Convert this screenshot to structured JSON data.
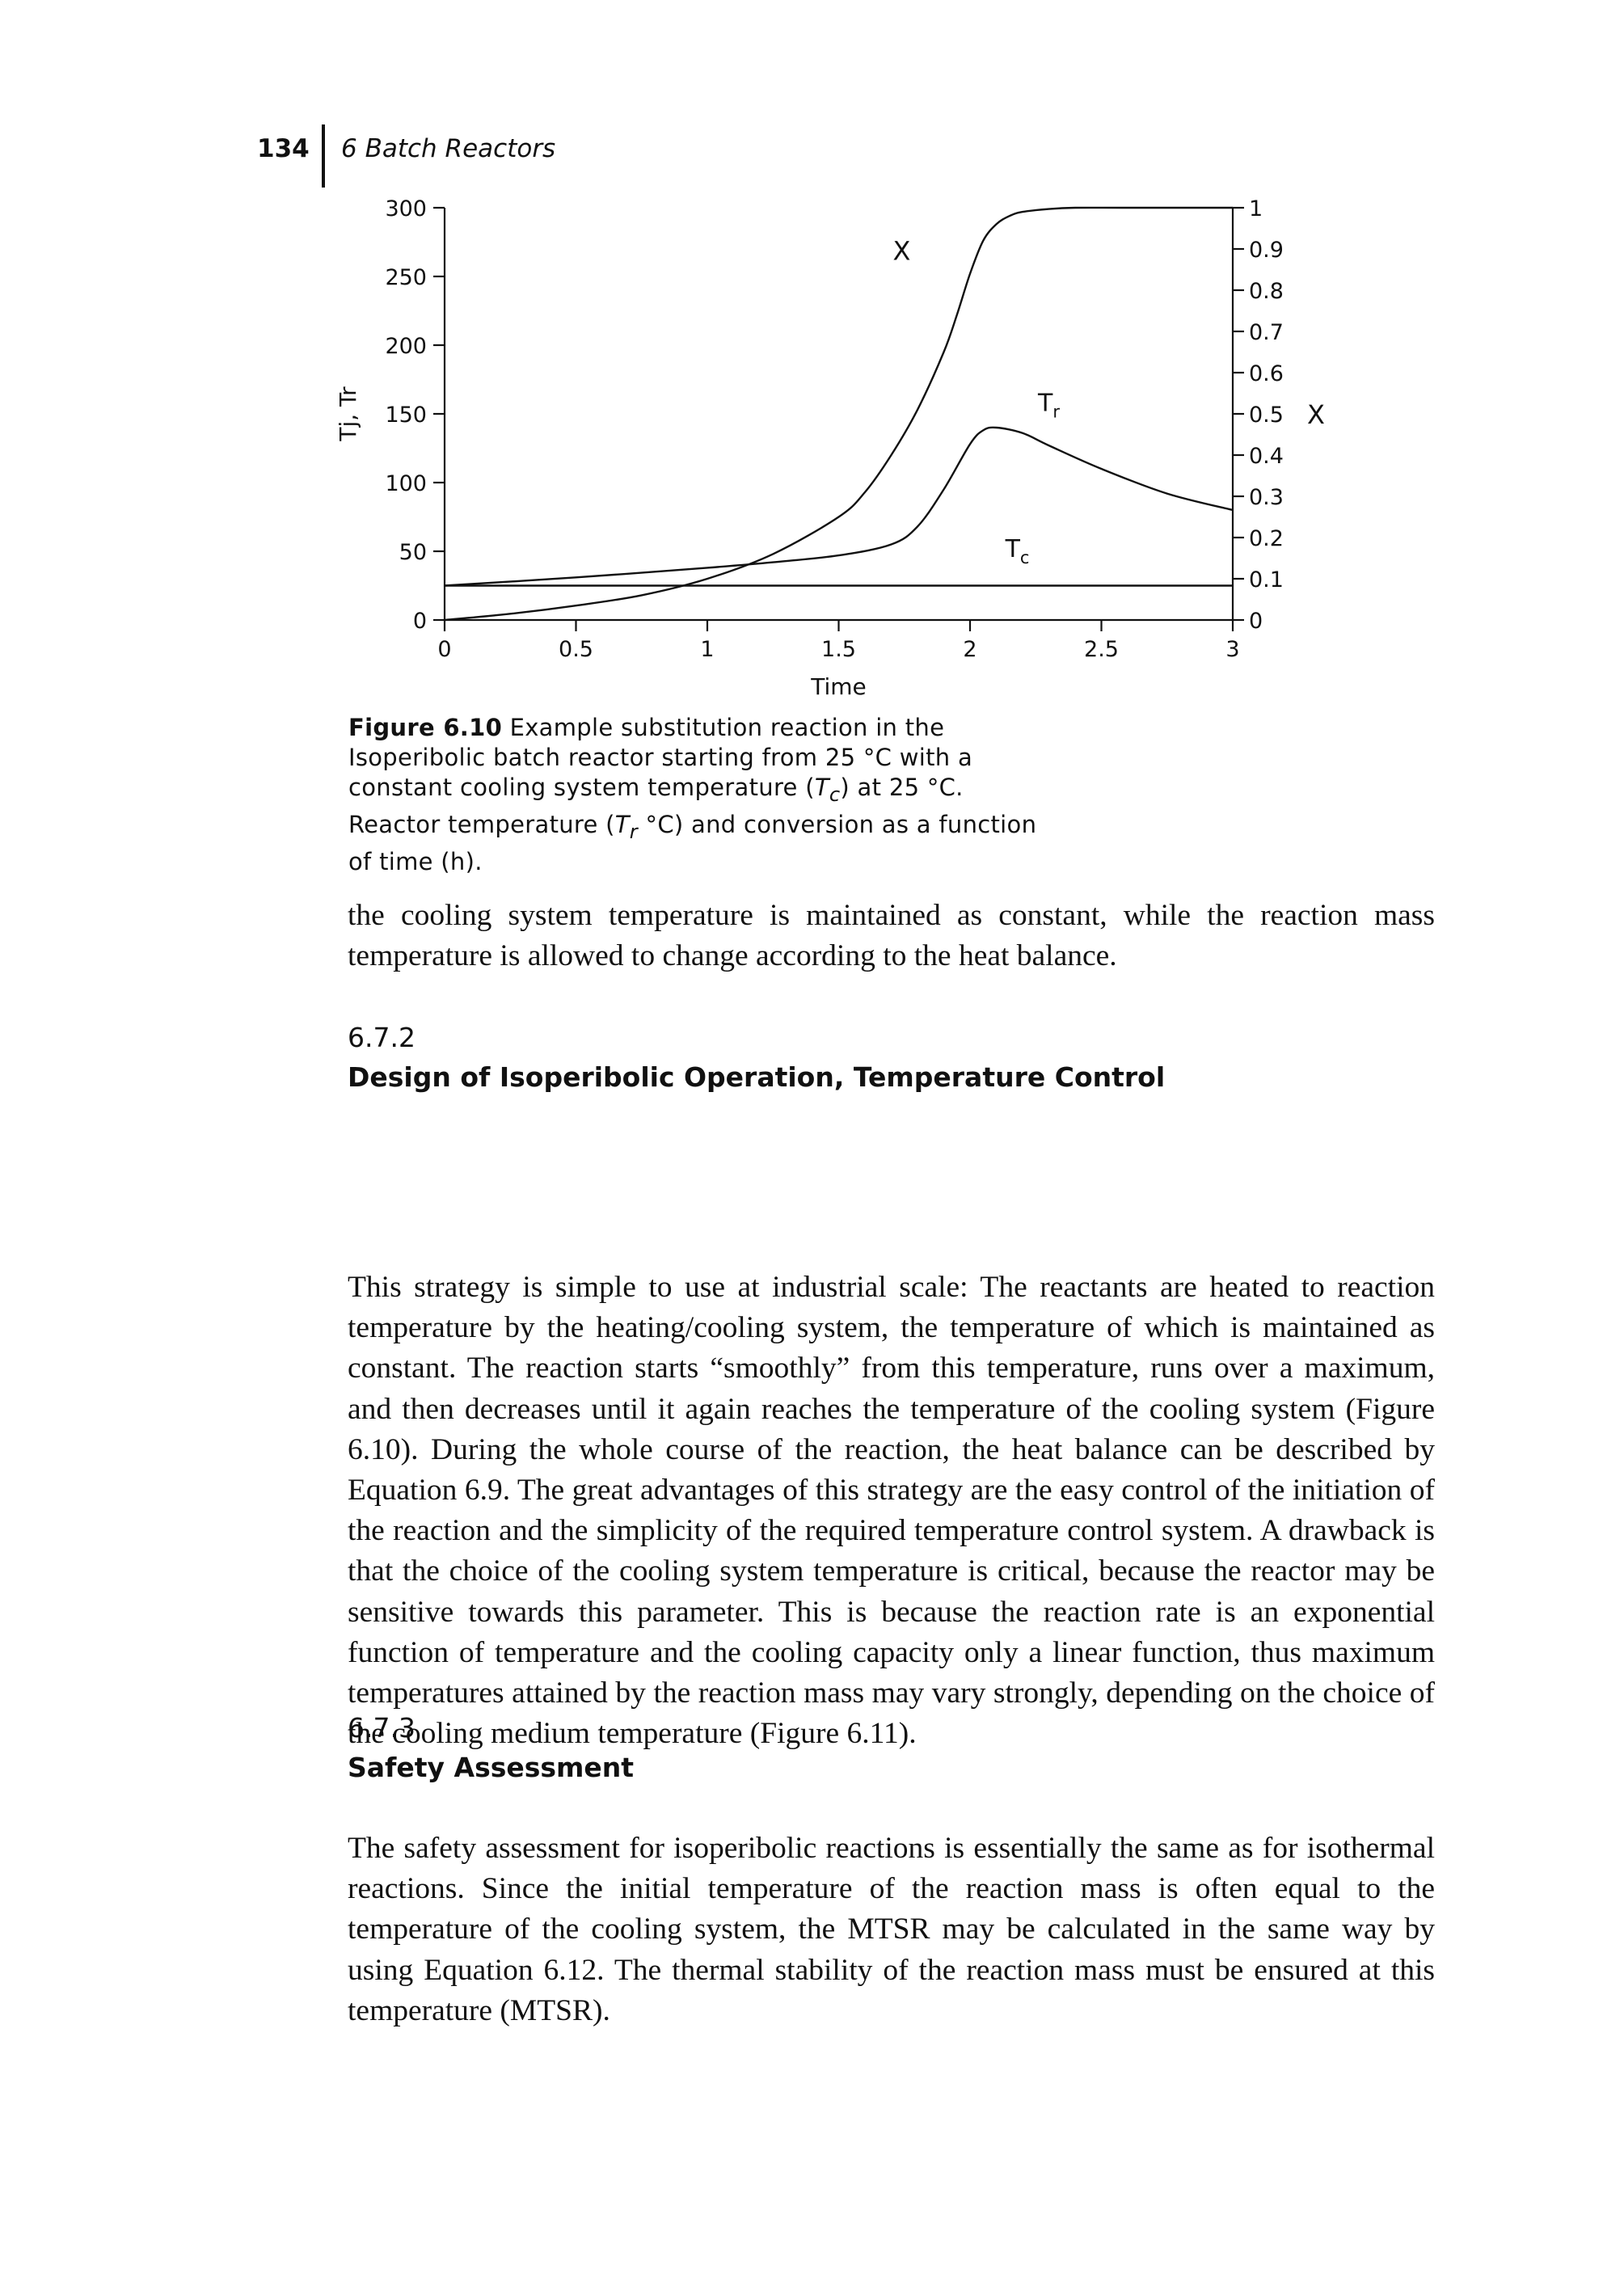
{
  "header": {
    "page_number": "134",
    "running_head": "6 Batch Reactors"
  },
  "figure": {
    "label": "Figure 6.10",
    "caption_parts": [
      " Example substitution reaction in the Isoperibolic batch reactor starting from 25 °C with a constant cooling system temperature (",
      "T",
      "c",
      ") at 25 °C. Reactor temperature (",
      "T",
      "r",
      " °C) and conversion as a function of time (h)."
    ]
  },
  "chart_data": {
    "type": "line",
    "xlabel": "Time",
    "ylabel": "Tj, Tr",
    "ylabel2": "X",
    "xlim": [
      0,
      3
    ],
    "ylim": [
      0,
      300
    ],
    "ylim2": [
      0,
      1
    ],
    "x_ticks": [
      "0",
      "0.5",
      "1",
      "1.5",
      "2",
      "2.5",
      "3"
    ],
    "y_ticks": [
      "0",
      "50",
      "100",
      "150",
      "200",
      "250",
      "300"
    ],
    "y2_ticks": [
      "0",
      "0.1",
      "0.2",
      "0.3",
      "0.4",
      "0.5",
      "0.6",
      "0.7",
      "0.8",
      "0.9",
      "1"
    ],
    "grid": false,
    "annotations": [
      "X",
      "Tr",
      "Tc"
    ],
    "series": [
      {
        "name": "X",
        "axis": "right",
        "x": [
          0,
          0.25,
          0.5,
          0.75,
          1.0,
          1.25,
          1.5,
          1.6,
          1.7,
          1.8,
          1.9,
          1.95,
          2.0,
          2.05,
          2.1,
          2.15,
          2.2,
          2.3,
          2.4,
          2.6,
          3.0
        ],
        "values": [
          0.0,
          0.015,
          0.035,
          0.06,
          0.1,
          0.16,
          0.25,
          0.31,
          0.4,
          0.51,
          0.65,
          0.74,
          0.84,
          0.92,
          0.96,
          0.98,
          0.99,
          0.997,
          1.0,
          1.0,
          1.0
        ]
      },
      {
        "name": "Tr",
        "axis": "left",
        "x": [
          0,
          0.5,
          1.0,
          1.25,
          1.5,
          1.7,
          1.8,
          1.9,
          2.0,
          2.05,
          2.1,
          2.2,
          2.3,
          2.5,
          2.75,
          3.0
        ],
        "values": [
          25,
          31,
          38,
          42,
          47,
          55,
          68,
          95,
          128,
          138,
          140,
          136,
          127,
          110,
          92,
          80
        ]
      },
      {
        "name": "Tc",
        "axis": "left",
        "x": [
          0,
          3
        ],
        "values": [
          25,
          25
        ]
      }
    ]
  },
  "sections": {
    "para1": "the cooling system temperature is maintained as constant, while the reaction mass temperature is allowed to change according to the heat balance.",
    "s1_number": "6.7.2",
    "s1_title": "Design of Isoperibolic Operation, Temperature Control",
    "para2": "This strategy is simple to use at industrial scale: The reactants are heated to reaction temperature by the heating/cooling system, the temperature of which is maintained as constant. The reaction starts “smoothly” from this temperature, runs over a maximum, and then decreases until it again reaches the temperature of the cooling system (Figure 6.10). During the whole course of the reaction, the heat balance can be described by Equation 6.9. The great advantages of this strategy are the easy control of the initiation of the reaction and the simplicity of the required temperature control system. A drawback is that the choice of the cooling system temperature is critical, because the reactor may be sensitive towards this parameter. This is because the reaction rate is an exponential function of temperature and the cooling capacity only a linear function, thus maximum temperatures attained by the reaction mass may vary strongly, depending on the choice of the cooling medium temperature (Figure 6.11).",
    "s2_number": "6.7.3",
    "s2_title": "Safety Assessment",
    "para3": "The safety assessment for isoperibolic reactions is essentially the same as for isothermal reactions. Since the initial temperature of the reaction mass is often equal to the temperature of the cooling system, the MTSR may be calculated in the same way by using Equation 6.12. The thermal stability of the reaction mass must be ensured at this temperature (MTSR)."
  }
}
